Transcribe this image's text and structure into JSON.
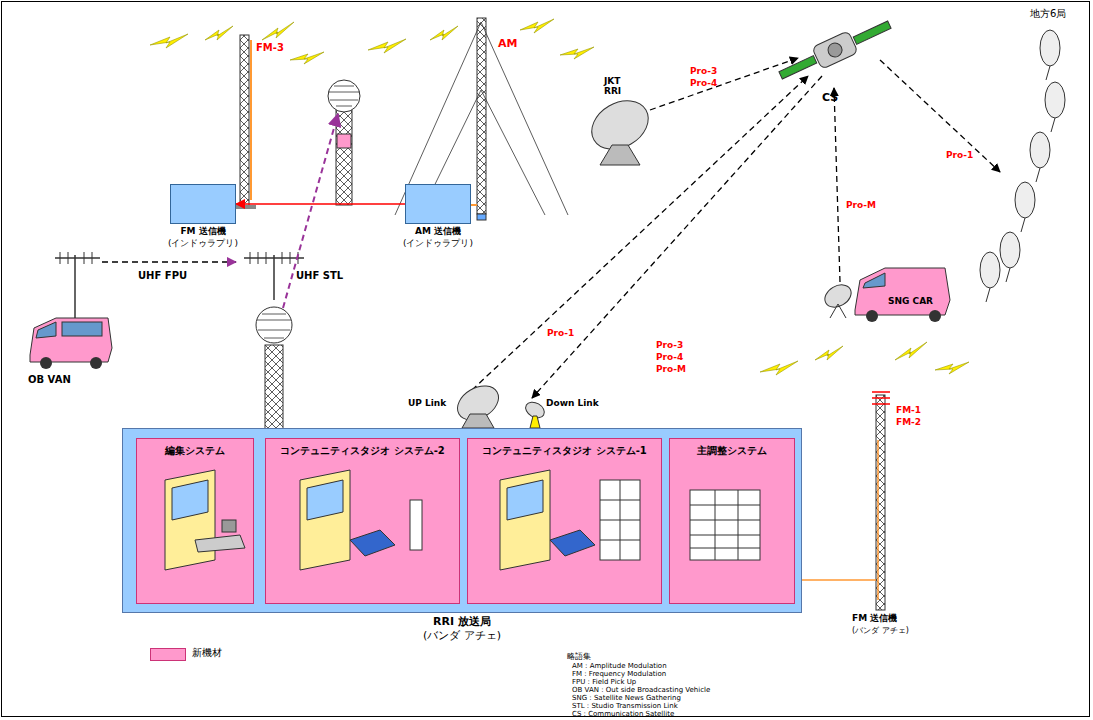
{
  "diagram": {
    "nodes": [
      {
        "text": [
          "RRI 放送局",
          "(バンダ アチェ)"
        ]
      },
      {
        "text": [
          "編集システム"
        ],
        "in": 0
      },
      {
        "text": [
          "コンテュニティスタジオ システム-2"
        ],
        "in": 0
      },
      {
        "text": [
          "コンテュニティスタジオ システム-1"
        ],
        "in": 0
      },
      {
        "text": [
          "主調整システム"
        ],
        "in": 0
      },
      {
        "text": [
          "FM 送信機",
          "(インドゥラプリ)"
        ]
      },
      {
        "text": [
          "AM 送信機",
          "(インドゥラプリ)"
        ]
      }
    ],
    "edges": [
      {
        "from": 6,
        "to": 5,
        "arrow": "to"
      }
    ],
    "labels": [
      "FM-3",
      "AM",
      "UHF STL",
      "UHF FPU",
      "OB VAN",
      "JKT RRI",
      "Pro-3",
      "Pro-4",
      "CS",
      "地方6局",
      "Pro-1",
      "Pro-M",
      "SNG CAR",
      "Pro-1",
      "Pro-3",
      "Pro-4",
      "Pro-M",
      "UP Link",
      "Down Link",
      "FM-1",
      "FM-2",
      "FM 送信機",
      "(バンダ アチェ)",
      "略語集",
      "AM : Amplitude Modulation",
      "FM : Frequency Modulation",
      "FPU : Field Pick Up",
      "OB VAN : Out side Broadcasting Vehicle",
      "SNG : Satellite News Gathering",
      "STL : Studio Transmission Link",
      "CS : Communication Satellite"
    ],
    "legend": [
      {
        "text": "新機材",
        "color": "#ff99cc"
      }
    ]
  }
}
